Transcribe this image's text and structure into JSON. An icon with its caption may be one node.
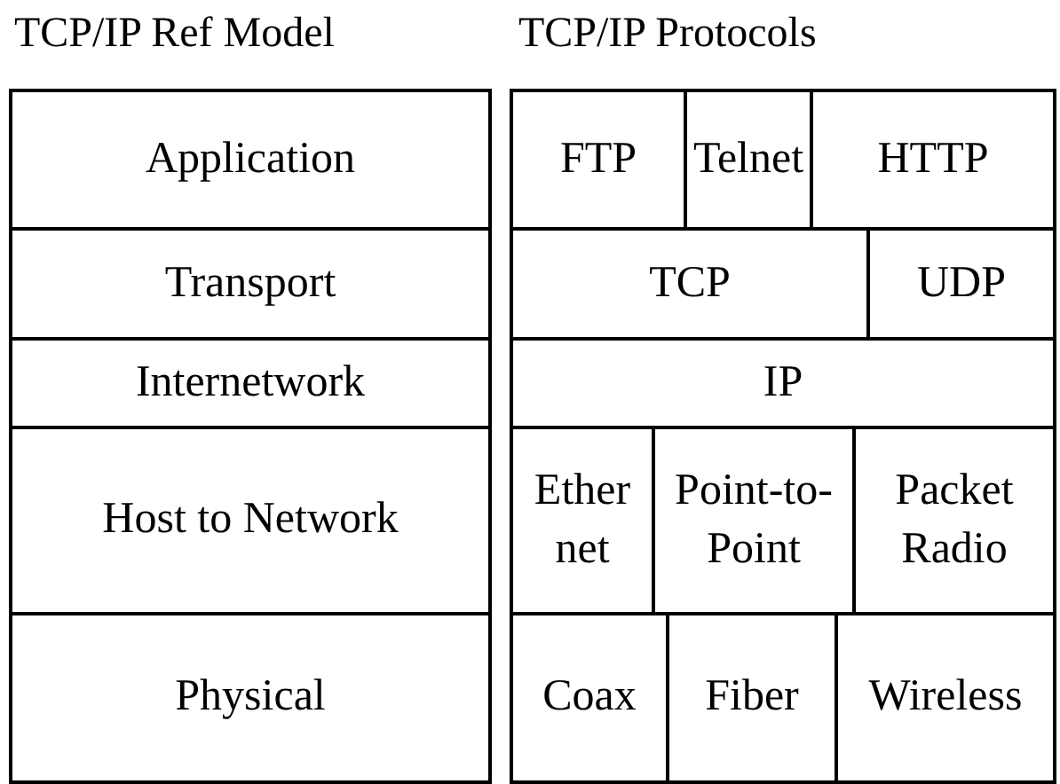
{
  "diagram": {
    "nodes": [
      {
        "text": [
          "Application"
        ]
      },
      {
        "text": [
          "Transport"
        ]
      },
      {
        "text": [
          "Internetwork"
        ]
      },
      {
        "text": [
          "Host to Network"
        ]
      },
      {
        "text": [
          "Physical"
        ]
      },
      {
        "text": [
          "FTP"
        ]
      },
      {
        "text": [
          "Telnet"
        ]
      },
      {
        "text": [
          "HTTP"
        ]
      },
      {
        "text": [
          "TCP"
        ]
      },
      {
        "text": [
          "UDP"
        ]
      },
      {
        "text": [
          "IP"
        ]
      },
      {
        "text": [
          "Ether net"
        ]
      },
      {
        "text": [
          "Point-to- Point"
        ]
      },
      {
        "text": [
          "Packet Radio"
        ]
      },
      {
        "text": [
          "Coax"
        ]
      },
      {
        "text": [
          "Fiber"
        ]
      },
      {
        "text": [
          "Wireless"
        ]
      }
    ],
    "labels": [
      "TCP/IP Ref Model",
      "TCP/IP Protocols"
    ]
  }
}
